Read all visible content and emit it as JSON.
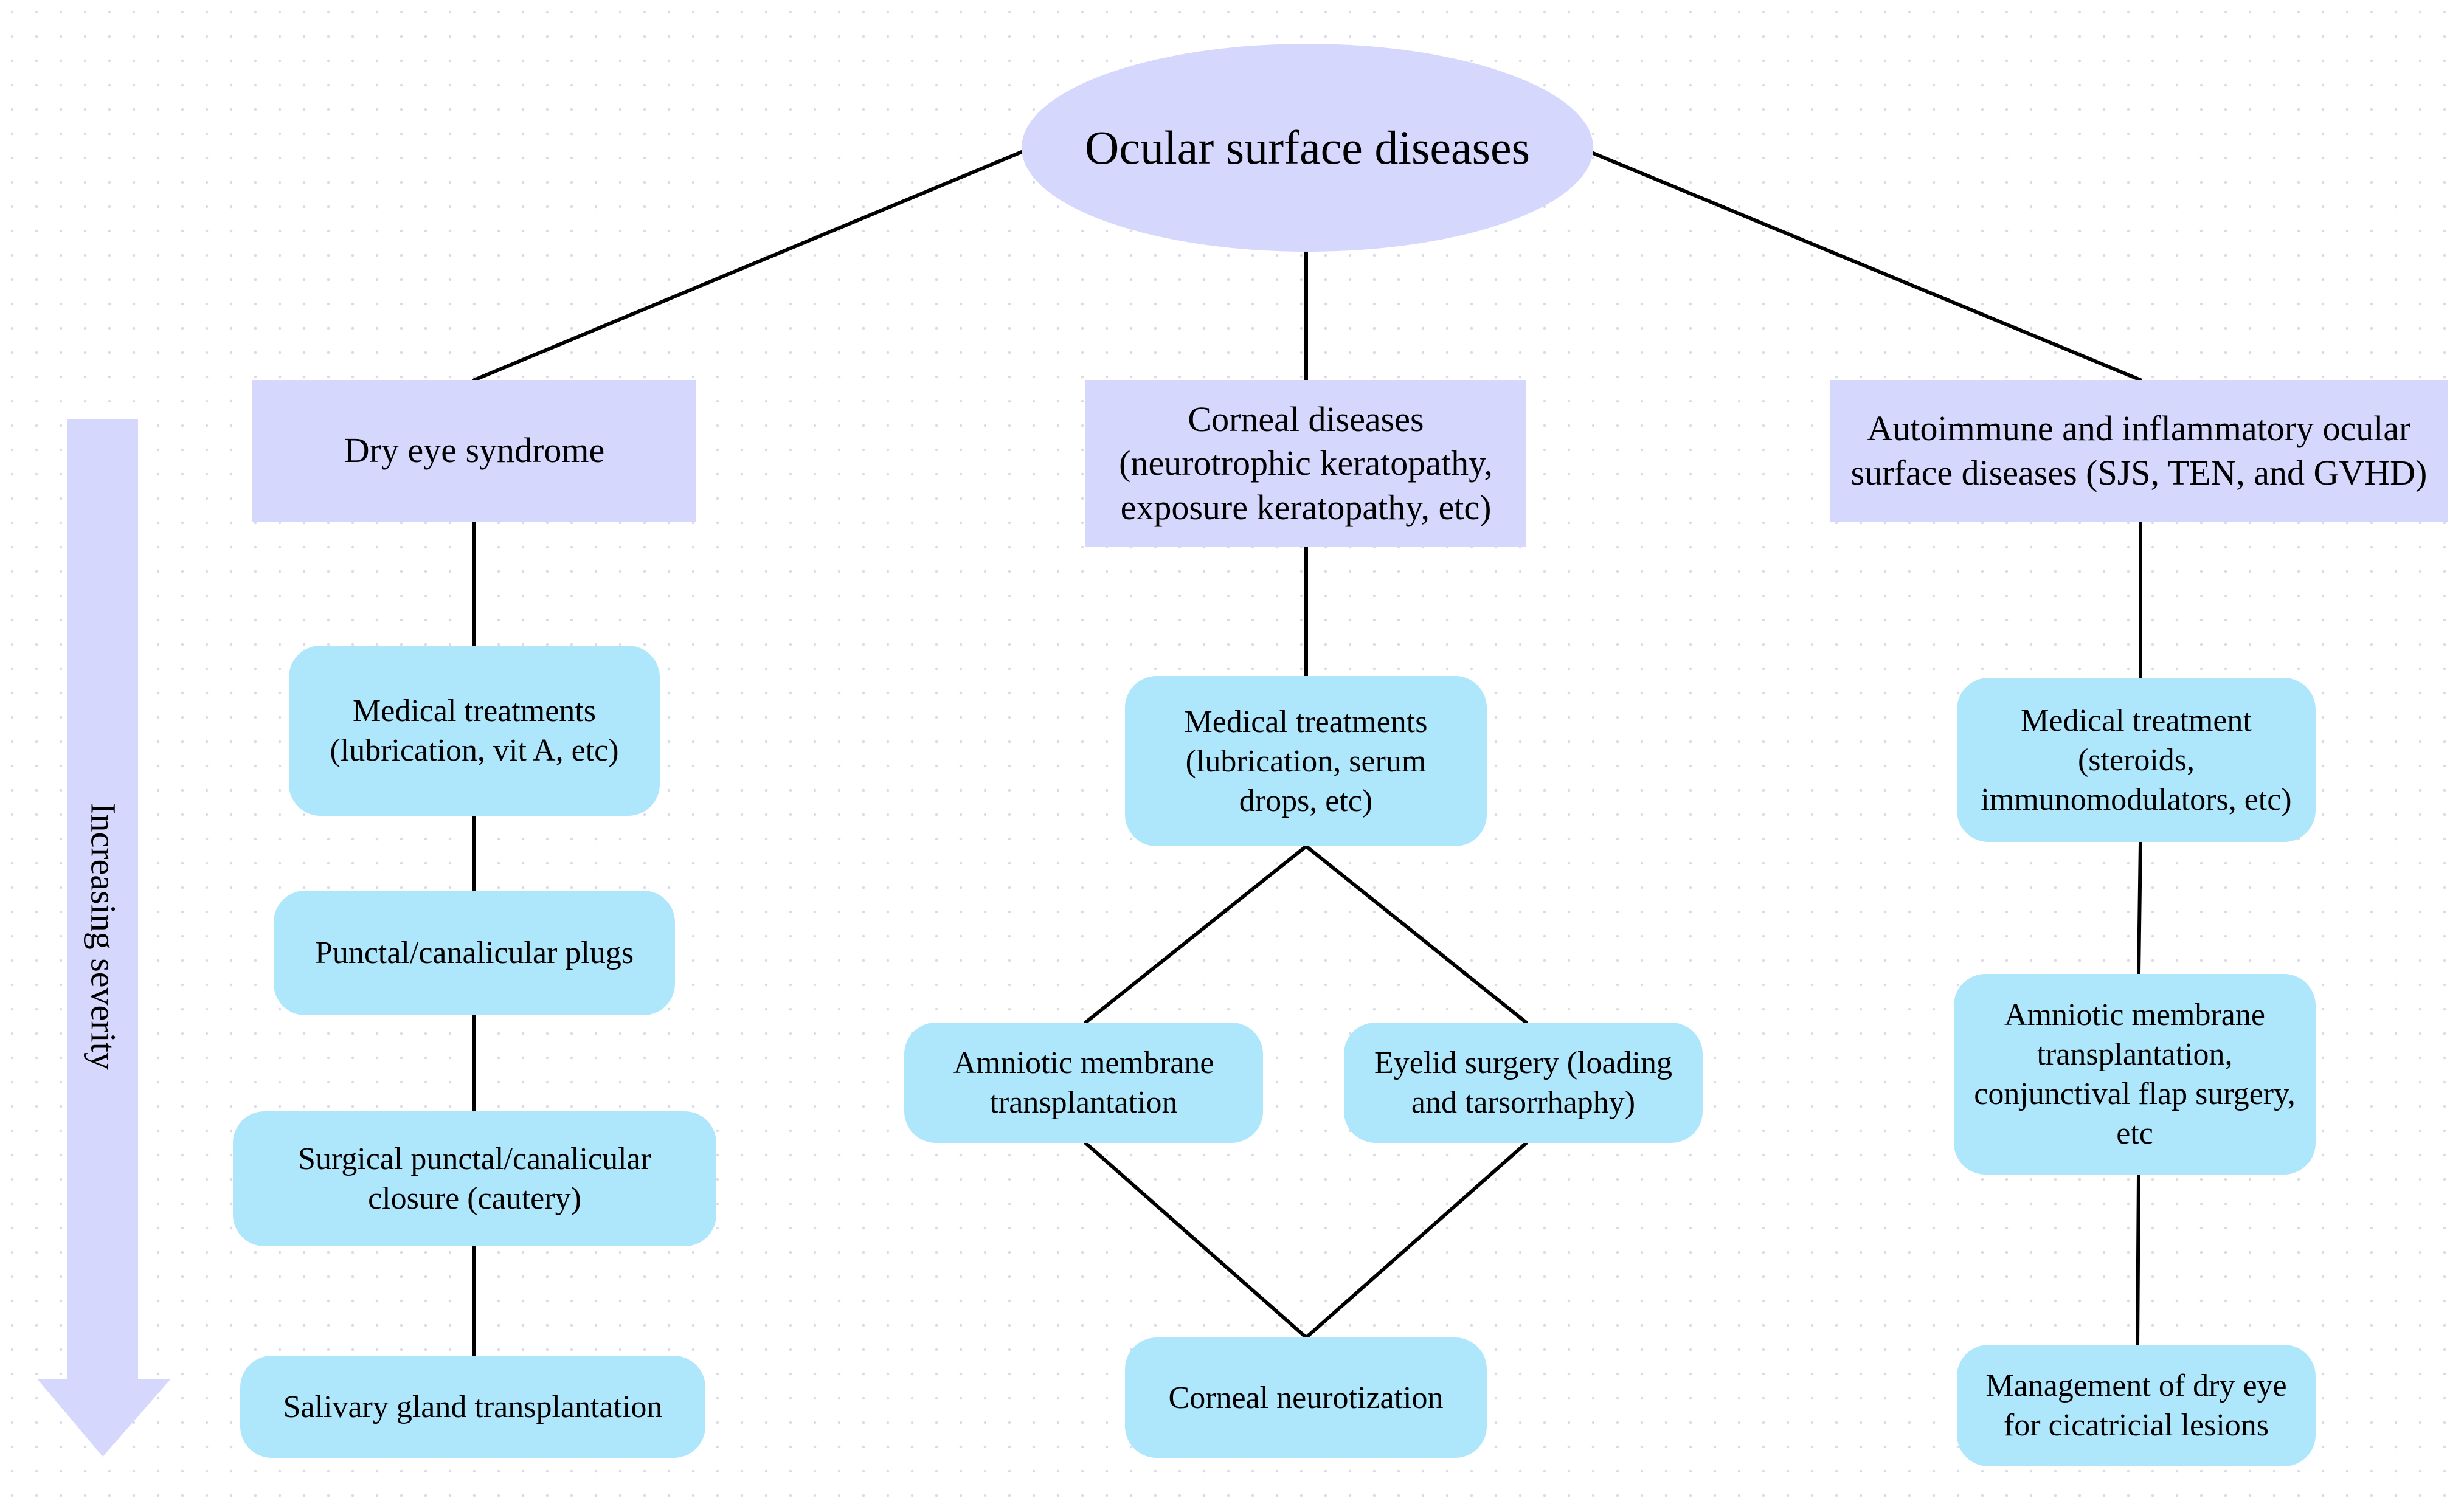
{
  "root": {
    "label": "Ocular surface diseases"
  },
  "severity_label": "Increasing severity",
  "colors": {
    "category_fill": "#d6d7fc",
    "treatment_fill": "#aee6fb",
    "arrow_fill": "#d6d7fc",
    "line": "#000000"
  },
  "columns": [
    {
      "category": "Dry eye syndrome",
      "treatments": [
        "Medical treatments\n(lubrication, vit A, etc)",
        "Punctal/canalicular plugs",
        "Surgical punctal/canalicular\nclosure (cautery)",
        "Salivary gland transplantation"
      ]
    },
    {
      "category": "Corneal diseases\n(neurotrophic keratopathy,\nexposure keratopathy, etc)",
      "treatments": [
        "Medical treatments\n(lubrication, serum\ndrops, etc)",
        "Amniotic membrane\ntransplantation",
        "Eyelid surgery (loading\nand tarsorrhaphy)",
        "Corneal neurotization"
      ]
    },
    {
      "category": "Autoimmune and inflammatory ocular\nsurface diseases (SJS, TEN, and GVHD)",
      "treatments": [
        "Medical treatment\n(steroids,\nimmunomodulators, etc)",
        "Amniotic membrane\ntransplantation,\nconjunctival flap surgery,\netc",
        "Management of dry eye\nfor cicatricial lesions"
      ]
    }
  ]
}
